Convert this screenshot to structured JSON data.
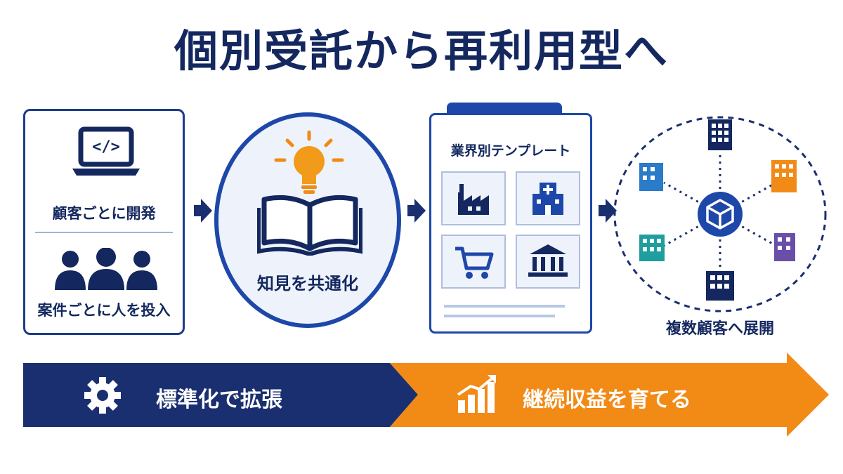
{
  "title": "個別受託から再利用型へ",
  "stage1": {
    "top_label": "顧客ごとに開発",
    "bottom_label": "案件ごとに人を投入",
    "code_glyph": "</>"
  },
  "stage2": {
    "label": "知見を共通化"
  },
  "stage3": {
    "heading": "業界別テンプレート"
  },
  "stage4": {
    "label": "複数顧客へ展開"
  },
  "banner": {
    "left_label": "標準化で拡張",
    "right_label": "継続収益を育てる"
  },
  "colors": {
    "navy": "#1a2f6f",
    "blue": "#1d47a8",
    "orange": "#f28a16",
    "teal": "#1f9ea0",
    "purple": "#6a4fa8",
    "sky": "#2a7bc8"
  },
  "icons": [
    "laptop-icon",
    "people-icon",
    "lightbulb-icon",
    "open-book-icon",
    "factory-icon",
    "hospital-icon",
    "cart-icon",
    "bank-icon",
    "cube-icon",
    "building-icon",
    "gear-icon",
    "growth-chart-icon",
    "arrow-right-icon"
  ]
}
